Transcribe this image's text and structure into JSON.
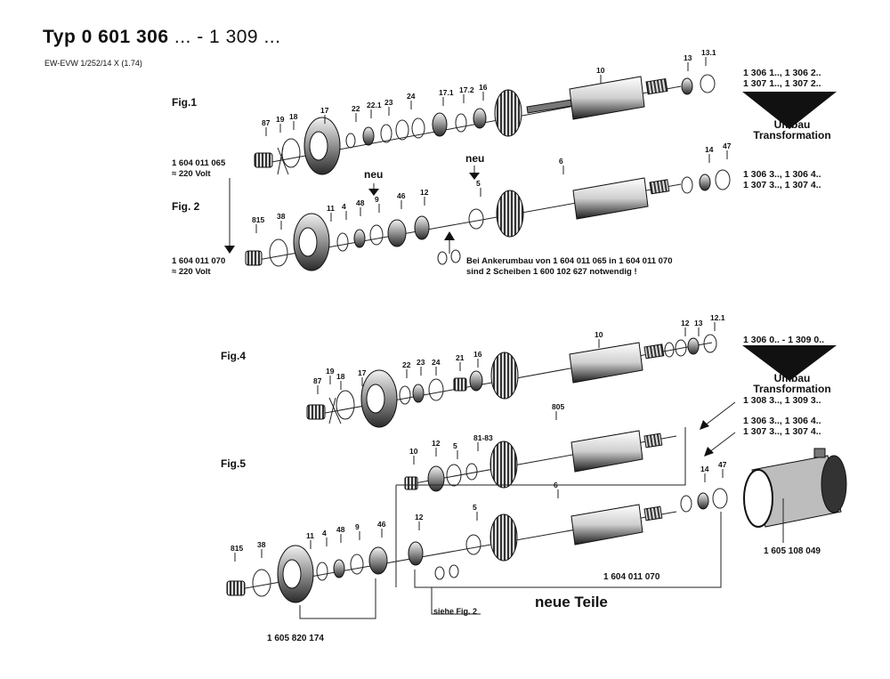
{
  "header": {
    "title_main": "Typ 0 601 306",
    "title_tail": "... - 1 309 ...",
    "subtitle": "EW-EVW 1/252/14 X (1.74)"
  },
  "figures": {
    "fig1": "Fig.1",
    "fig2": "Fig. 2",
    "fig4": "Fig.4",
    "fig5": "Fig.5"
  },
  "labels": {
    "fig1": [
      "87",
      "19",
      "18",
      "17",
      "22",
      "22.1",
      "23",
      "24",
      "17.1",
      "17.2",
      "16",
      "10",
      "13",
      "13.1"
    ],
    "fig2": [
      "815",
      "38",
      "11",
      "4",
      "48",
      "9",
      "46",
      "12",
      "5",
      "6",
      "14",
      "47"
    ],
    "fig4": [
      "87",
      "19",
      "18",
      "17",
      "22",
      "23",
      "24",
      "21",
      "16",
      "10",
      "12",
      "13",
      "12.1"
    ],
    "fig5_upper": [
      "805",
      "10",
      "12",
      "5",
      "81-83",
      "6",
      "14",
      "47"
    ],
    "fig5_lower": [
      "815",
      "38",
      "11",
      "4",
      "48",
      "9",
      "46",
      "12",
      "5"
    ]
  },
  "annotations": {
    "neu": "neu",
    "umbau": "Umbau",
    "transformation": "Transformation",
    "ref_fig1_volt": [
      "1 604 011 065",
      "≈ 220 Volt"
    ],
    "ref_fig2_volt": [
      "1 604 011 070",
      "≈ 220 Volt"
    ],
    "anker_note": [
      "Bei Ankerumbau von 1 604 011 065 in 1 604 011 070",
      "sind 2 Scheiben 1 600 102 627 notwendig !"
    ],
    "variants_top": [
      "1 306 1.., 1 306 2..",
      "1 307 1.., 1 307 2.."
    ],
    "variants_fig2": [
      "1 306 3.., 1 306 4..",
      "1 307 3.., 1 307 4.."
    ],
    "variants_fig4": [
      "1 306 0.. - 1 309 0.."
    ],
    "variants_fig4_b": [
      "1 308 3.., 1 309 3.."
    ],
    "variants_fig5": [
      "1 306 3.., 1 306 4..",
      "1 307 3.., 1 307 4.."
    ],
    "part_housing": "1 605 108 049",
    "part_armature": "1 604 011 070",
    "part_bearing": "1 605 820 174",
    "neue_teile": "neue Teile",
    "siehe": "siehe Fig. 2"
  }
}
